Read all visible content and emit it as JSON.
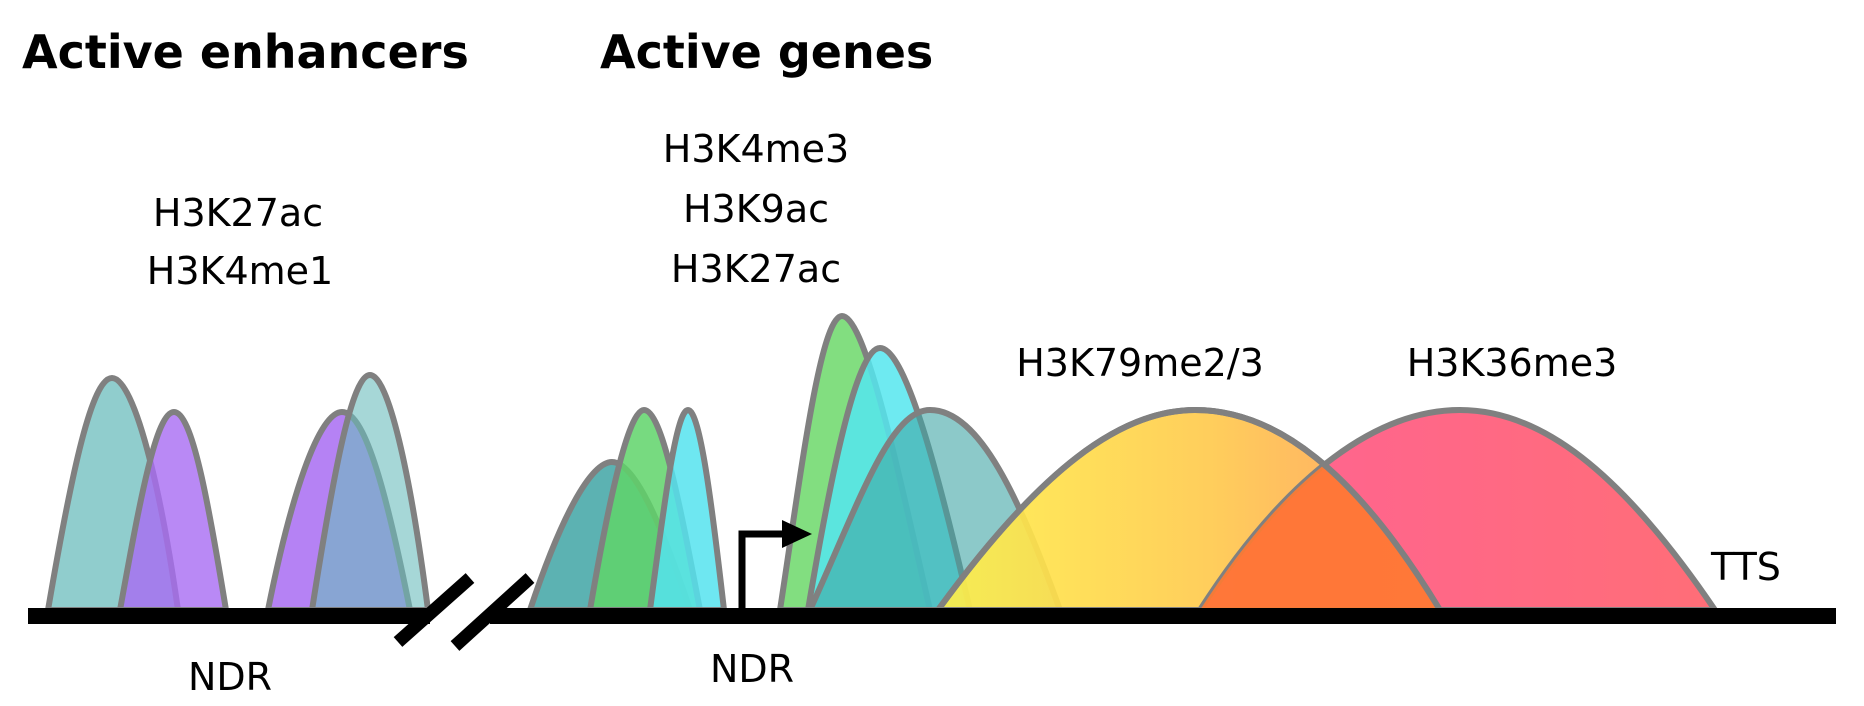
{
  "headings": {
    "enhancers": "Active enhancers",
    "genes": "Active genes"
  },
  "labels": {
    "enhancer_mark_1": "H3K27ac",
    "enhancer_mark_2": "H3K4me1",
    "gene_mark_1": "H3K4me3",
    "gene_mark_2": "H3K9ac",
    "gene_mark_3": "H3K27ac",
    "elongation_mark_1": "H3K79me2/3",
    "elongation_mark_2": "H3K36me3",
    "tts": "TTS",
    "ndr_enhancer": "NDR",
    "ndr_gene": "NDR"
  },
  "colors": {
    "teal": "#5fb8b8",
    "purple": "#a56cf0",
    "green": "#5fd36a",
    "cyan": "#55e3ef",
    "dark_teal": "#3fa5a5",
    "yellow_start": "#ffe24a",
    "yellow_end": "#ff9a55",
    "pink_start": "#ff5c8a",
    "pink_end": "#ff6a6a",
    "axis": "#000000",
    "outline": "#808080"
  }
}
